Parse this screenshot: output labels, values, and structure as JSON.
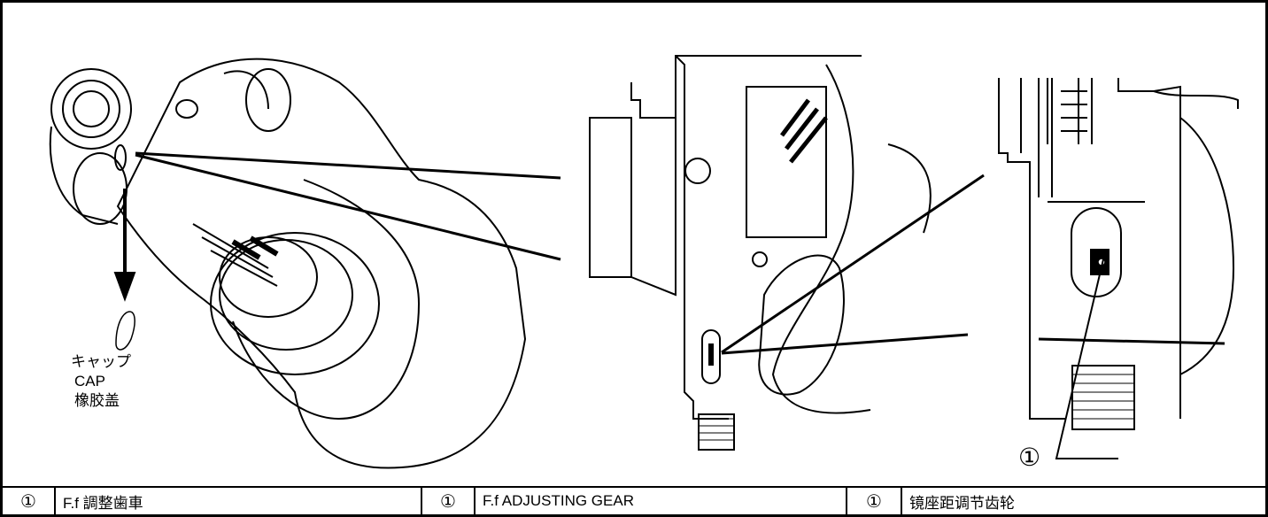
{
  "cap_labels": {
    "ja": "キャップ",
    "en": "CAP",
    "zh": "橡胶盖"
  },
  "callout_number": "①",
  "legend": [
    {
      "number": "①",
      "text": "F.f 調整歯車"
    },
    {
      "number": "①",
      "text": "F.f ADJUSTING GEAR"
    },
    {
      "number": "①",
      "text": "镜座距调节齿轮"
    }
  ]
}
